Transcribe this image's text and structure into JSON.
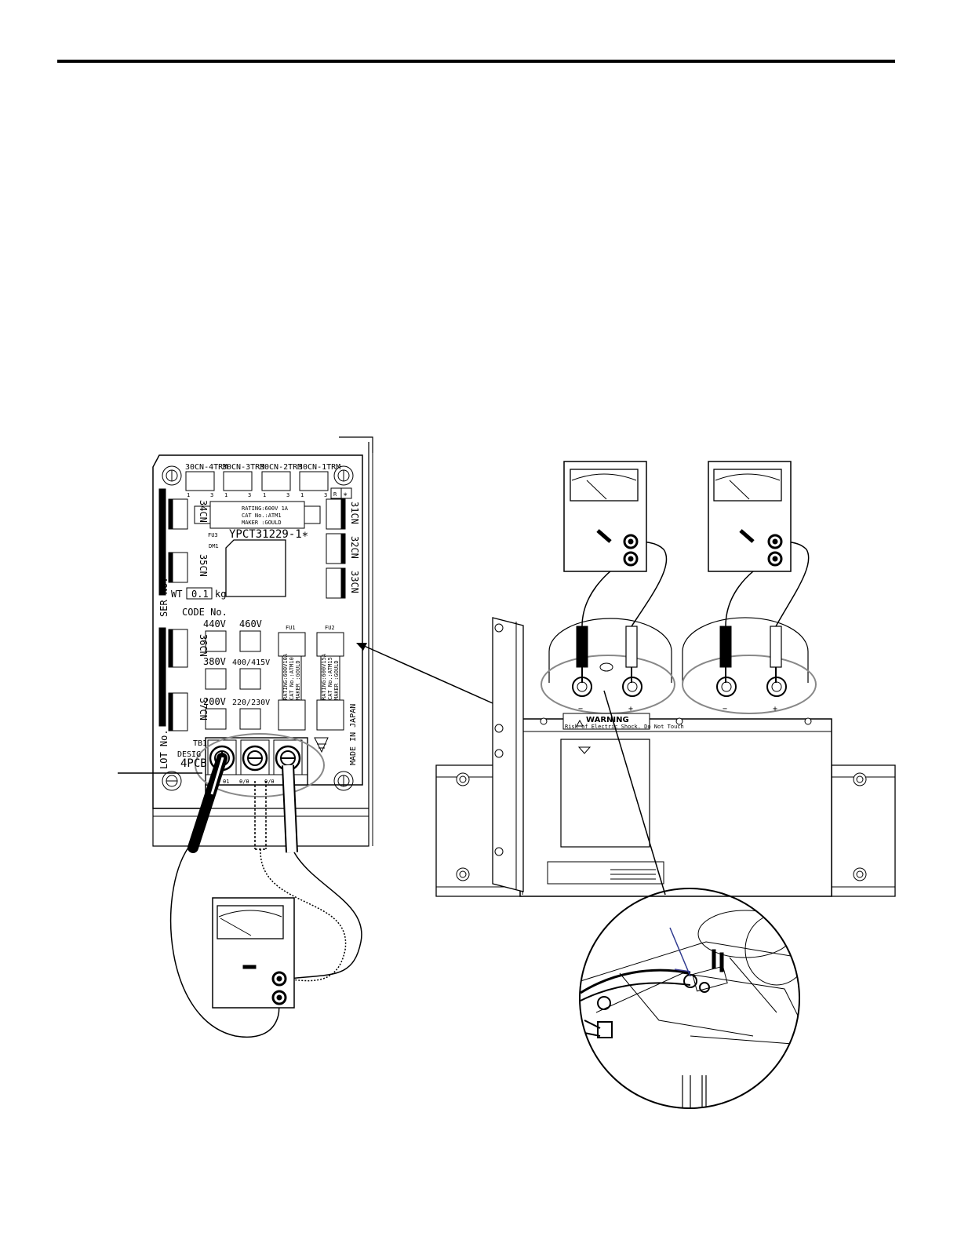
{
  "board": {
    "trm_connectors": [
      "30CN-4TRM",
      "30CN-3TRM",
      "30CN-2TRM",
      "30CN-1TRM"
    ],
    "pin_numbers": [
      "1",
      "3"
    ],
    "side_connectors_left": [
      "34CN",
      "35CN",
      "36CN",
      "37CN"
    ],
    "side_connectors_right": [
      "31CN",
      "32CN",
      "33CN"
    ],
    "fuse_rating_lines": [
      "RATING:600V 1A",
      "CAT No.:ATM1",
      "MAKER :GOULD"
    ],
    "fu3": "FU3",
    "part_number": "YPCT31229-1∗",
    "dm1": "DM1",
    "r_mark": "R",
    "star_mark": "∗",
    "weight_label": "WT",
    "weight_value": "0.1",
    "weight_unit": "kg",
    "ser_no": "SER No.",
    "code_no": "CODE No.",
    "voltage_taps": [
      "440V",
      "460V",
      "380V",
      "400/415V",
      "200V",
      "220/230V"
    ],
    "fu1": "FU1",
    "fu2": "FU2",
    "fu1_lines": [
      "RATING:600V10A",
      "CAT No.:ATM10",
      "MAKER :GOULD"
    ],
    "fu2_lines": [
      "RATING:600V15A",
      "CAT No.:ATM15",
      "MAKER :GOULD"
    ],
    "lot_no": "LOT No.",
    "made_in": "MADE IN JAPAN",
    "tb1": "TB1",
    "desig": "DESIG",
    "model": "4PCB",
    "tb_labels": [
      "θ1",
      "θ/θ",
      "θ/θ"
    ]
  },
  "capacitor": {
    "warning_title": "WARNING",
    "warning_sub": "Risk of Electric Shock. Do Not Touch",
    "polarity": [
      "−",
      "+",
      "−",
      "+"
    ]
  },
  "meters": [
    {
      "name": "meter-board"
    },
    {
      "name": "meter-cap-1"
    },
    {
      "name": "meter-cap-2"
    }
  ]
}
